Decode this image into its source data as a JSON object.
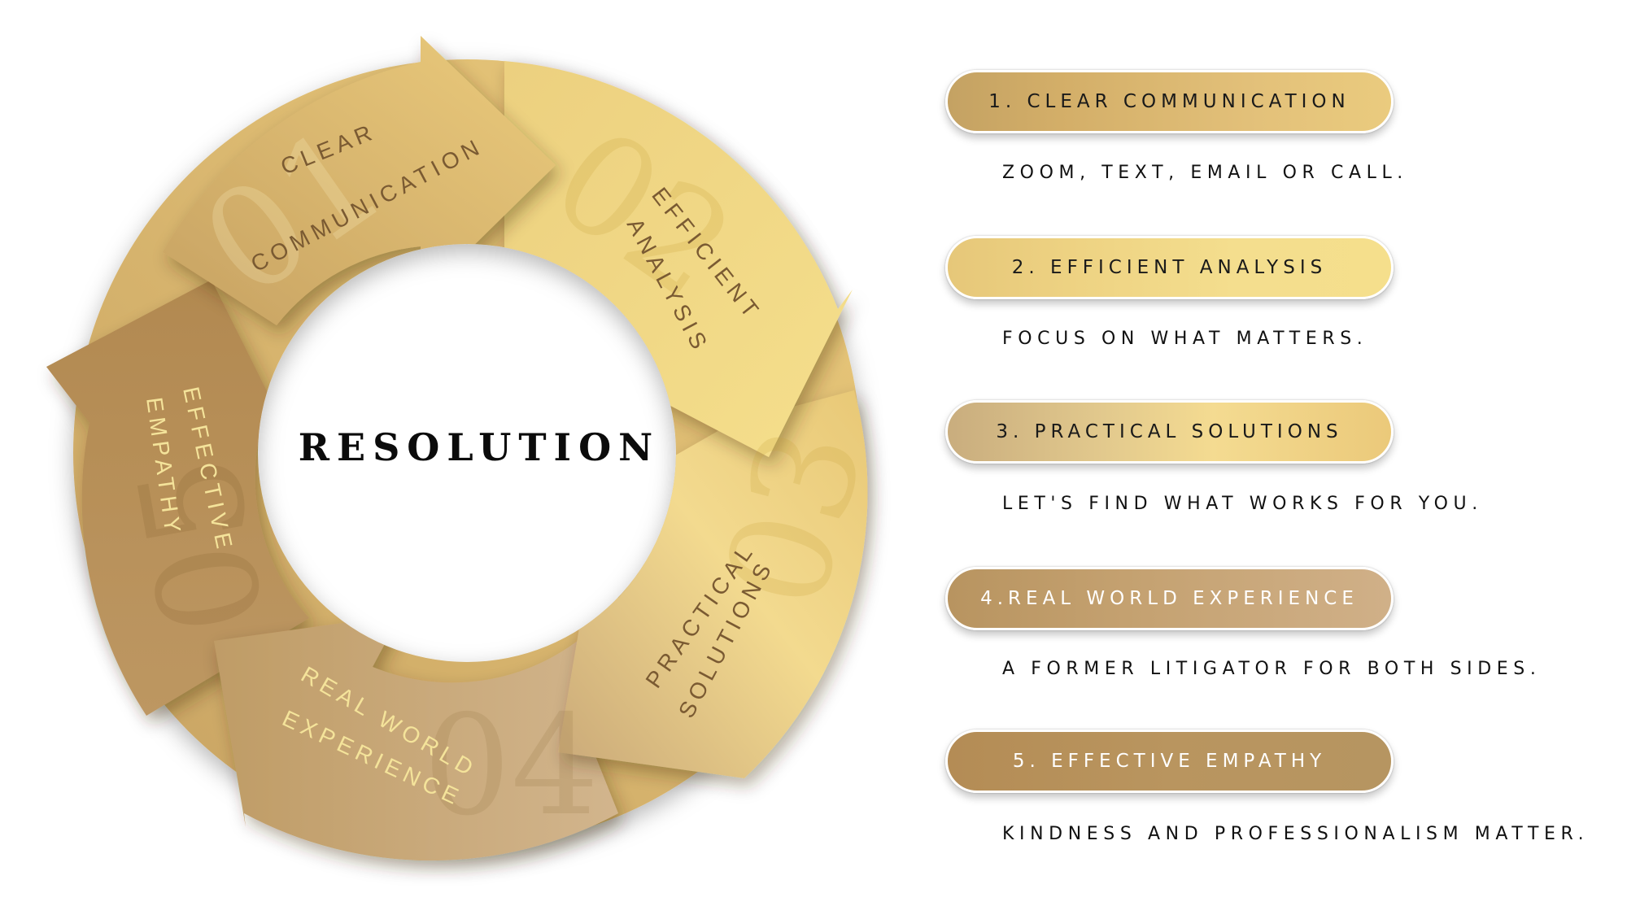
{
  "diagram": {
    "center_title": "RESOLUTION",
    "segments": [
      {
        "number": "01",
        "line1": "CLEAR",
        "line2": "COMMUNICATION",
        "color": "#e8c878",
        "text_color": "#7a5a32"
      },
      {
        "number": "02",
        "line1": "EFFICIENT",
        "line2": "ANALYSIS",
        "color": "#f2da88",
        "text_color": "#7a5a32"
      },
      {
        "number": "03",
        "line1": "PRACTICAL",
        "line2": "SOLUTIONS",
        "color": "#e9cc80",
        "text_color": "#7a5a32"
      },
      {
        "number": "04",
        "line1": "REAL WORLD",
        "line2": "EXPERIENCE",
        "color": "#c9a878",
        "text_color": "#f4e39a"
      },
      {
        "number": "05",
        "line1": "EFFECTIVE",
        "line2": "EMPATHY",
        "color": "#b48c55",
        "text_color": "#f4e39a"
      }
    ]
  },
  "steps": [
    {
      "label": "1. CLEAR COMMUNICATION",
      "description": "ZOOM, TEXT, EMAIL OR CALL."
    },
    {
      "label": "2. EFFICIENT ANALYSIS",
      "description": "FOCUS ON WHAT MATTERS."
    },
    {
      "label": "3. PRACTICAL SOLUTIONS",
      "description": "LET'S FIND WHAT WORKS FOR YOU."
    },
    {
      "label": "4.REAL WORLD EXPERIENCE",
      "description": "A FORMER LITIGATOR FOR BOTH SIDES."
    },
    {
      "label": "5. EFFECTIVE EMPATHY",
      "description": "KINDNESS AND PROFESSIONALISM MATTER."
    }
  ],
  "colors": {
    "gold_light": "#f4de8e",
    "gold_mid": "#e3c17a",
    "gold_dark": "#b48c55",
    "text_dark": "#1a1a1a",
    "text_light": "#ffffff"
  }
}
